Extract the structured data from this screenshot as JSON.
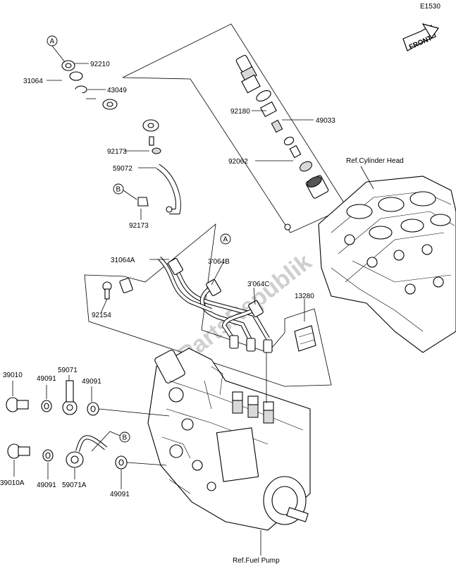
{
  "diagram_code": "E1530",
  "front_label": "FRONT",
  "callouts": {
    "a": "A",
    "b": "B"
  },
  "references": {
    "cylinder_head": "Ref.Cylinder Head",
    "fuel_pump": "Ref.Fuel Pump"
  },
  "watermark": "PartsRepublik",
  "part_labels": {
    "p92210": "92210",
    "p31064": "31064",
    "p43049": "43049",
    "p92180": "92180",
    "p49033": "49033",
    "p92173_top": "92173",
    "p59072": "59072",
    "p92062": "92062",
    "p92173_bottom": "92173",
    "p31064a": "31064A",
    "p31064b": "3'064B",
    "p31064c": "3'064C",
    "p13280": "13280",
    "p92154": "92154",
    "p39010": "39010",
    "p49091_a": "49091",
    "p59071": "59071",
    "p49091_b": "49091",
    "p39010a": "39010A",
    "p49091_c": "49091",
    "p59071a": "59071A",
    "p49091_d": "49091"
  }
}
